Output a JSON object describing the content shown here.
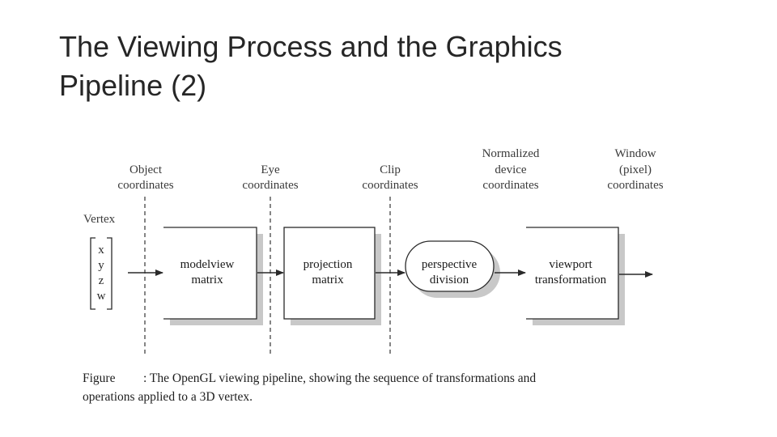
{
  "slide": {
    "title_line1": "The Viewing Process and the Graphics",
    "title_line2": "Pipeline (2)"
  },
  "diagram": {
    "coord_labels": {
      "object": [
        "Object",
        "coordinates"
      ],
      "eye": [
        "Eye",
        "coordinates"
      ],
      "clip": [
        "Clip",
        "coordinates"
      ],
      "ndc": [
        "Normalized",
        "device",
        "coordinates"
      ],
      "window": [
        "Window",
        "(pixel)",
        "coordinates"
      ]
    },
    "vertex_label": "Vertex",
    "vertex_components": [
      "x",
      "y",
      "z",
      "w"
    ],
    "stages": {
      "modelview": [
        "modelview",
        "matrix"
      ],
      "projection": [
        "projection",
        "matrix"
      ],
      "perspective": [
        "perspective",
        "division"
      ],
      "viewport": [
        "viewport",
        "transformation"
      ]
    },
    "caption": {
      "prefix": "Figure",
      "line1": ":  The OpenGL viewing pipeline, showing the sequence of transformations and",
      "line2": "operations applied to a 3D vertex."
    }
  }
}
